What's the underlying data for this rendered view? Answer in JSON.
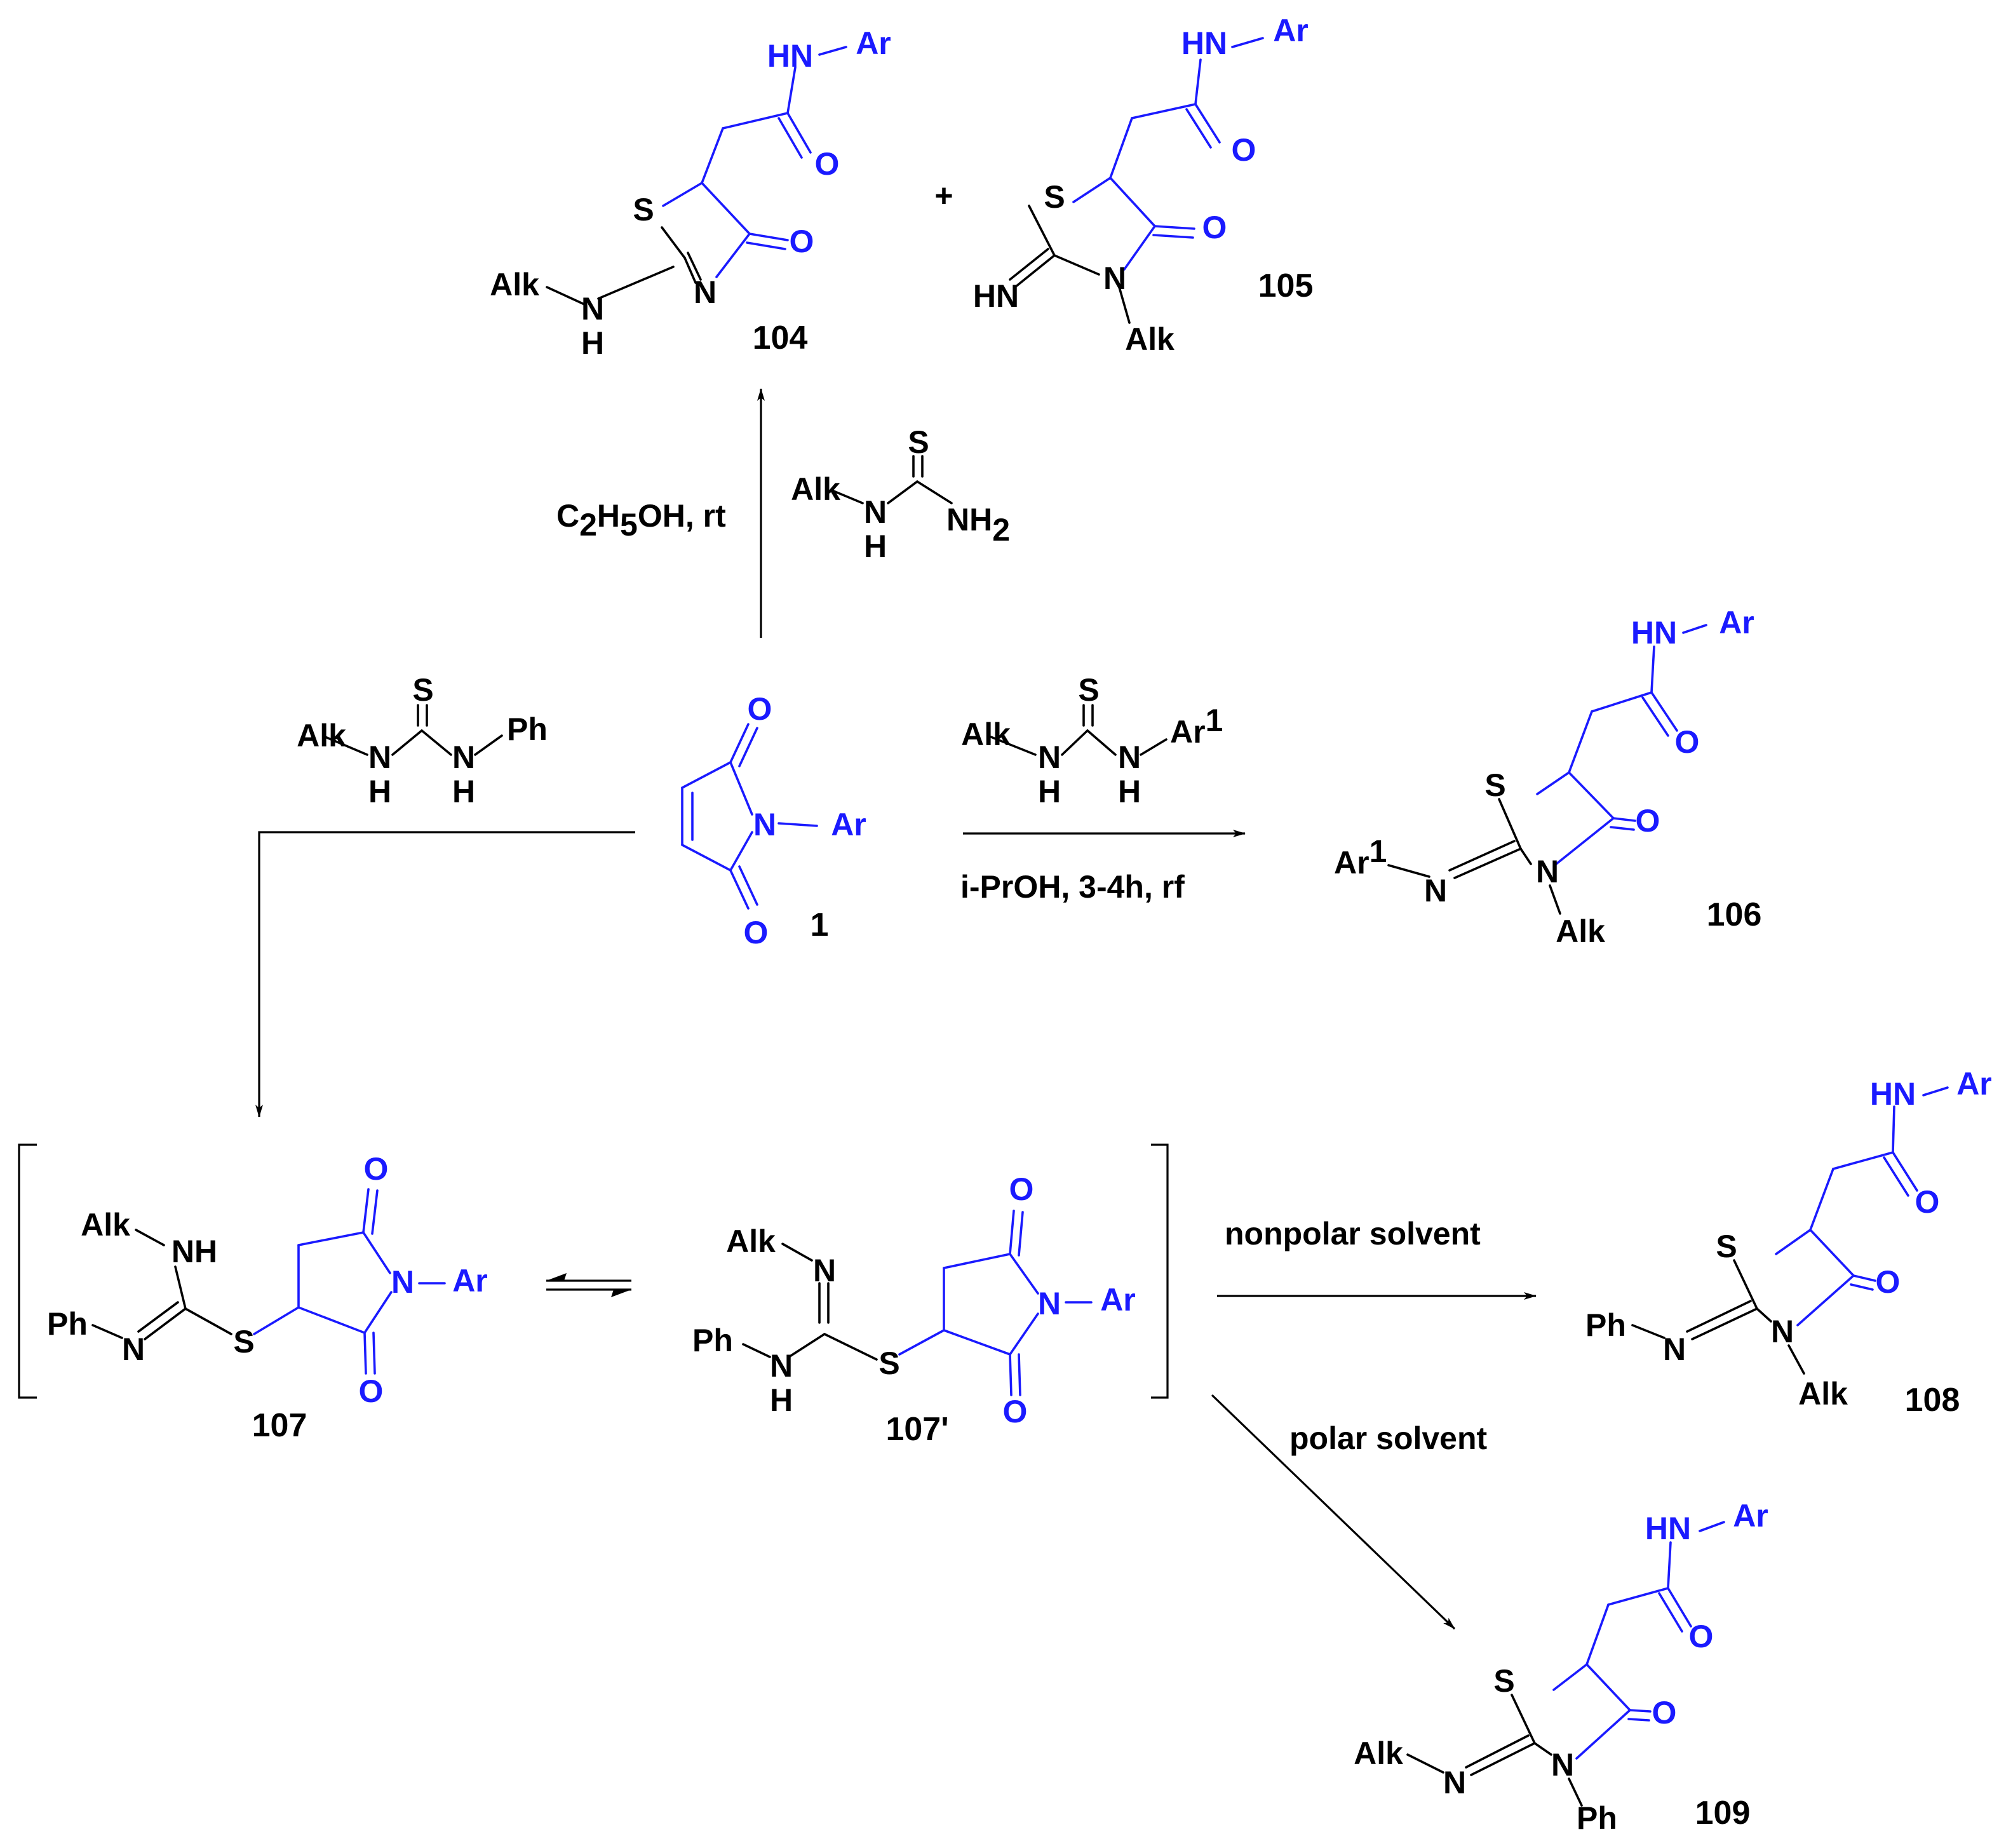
{
  "colors": {
    "ink": "#000000",
    "accent": "#1a1aff"
  },
  "atoms": {
    "S": "S",
    "N": "N",
    "O": "O",
    "H": "H",
    "HN": "HN",
    "NH": "NH",
    "NH_": "NH",
    "Alk": "Alk",
    "Ar": "Ar",
    "Ph": "Ph",
    "Ar1_base": "Ar",
    "Ar1_sup": "1",
    "plus": "+"
  },
  "compounds": {
    "c104": "104",
    "c105": "105",
    "c1": "1",
    "c106": "106",
    "c107": "107",
    "c107p": "107'",
    "c108": "108",
    "c109": "109"
  },
  "reagents": {
    "alkylthiourea": {
      "s": "S",
      "alk": "Alk",
      "nh": "N",
      "h": "H",
      "nh2_base": "NH",
      "nh2_sub": "2"
    },
    "phenylthiourea": {
      "s": "S",
      "alk": "Alk",
      "ph": "Ph"
    },
    "arylthiourea": {
      "s": "S",
      "alk": "Alk",
      "ar_base": "Ar",
      "ar_sup": "1"
    }
  },
  "conditions": {
    "up_solvent_pre": "C",
    "up_sub1": "2",
    "up_mid": "H",
    "up_sub2": "5",
    "up_post": "OH, rt",
    "right": "i-PrOH, 3-4h, rf",
    "nonpolar": "nonpolar solvent",
    "polar": "polar solvent"
  }
}
